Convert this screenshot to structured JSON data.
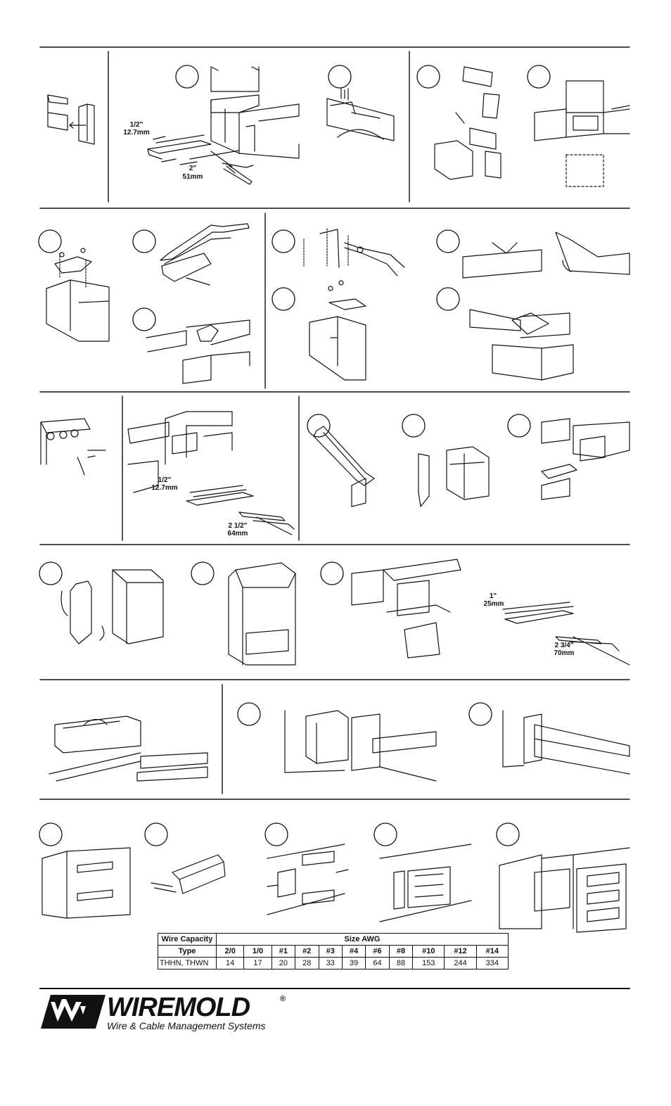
{
  "dimension_labels": {
    "row1_cut": {
      "a": "1/2\"",
      "b": "12.7mm",
      "c": "2\"",
      "d": "51mm"
    },
    "row3_cut": {
      "a": "1/2\"",
      "b": "12.7mm",
      "c": "2 1/2\"",
      "d": "64mm"
    },
    "row4_cut": {
      "a": "1\"",
      "b": "25mm",
      "c": "2 3/4\"",
      "d": "70mm"
    }
  },
  "wire_table": {
    "corner_label": "Wire Capacity",
    "group_header": "Size AWG",
    "type_header": "Type",
    "sizes": [
      "2/0",
      "1/0",
      "#1",
      "#2",
      "#3",
      "#4",
      "#6",
      "#8",
      "#10",
      "#12",
      "#14"
    ],
    "rows": [
      {
        "type": "THHN, THWN",
        "values": [
          "14",
          "17",
          "20",
          "28",
          "33",
          "39",
          "64",
          "88",
          "153",
          "244",
          "334"
        ]
      }
    ]
  },
  "brand": {
    "name": "WIREMOLD",
    "registered": "®",
    "tagline": "Wire & Cable Management Systems"
  }
}
